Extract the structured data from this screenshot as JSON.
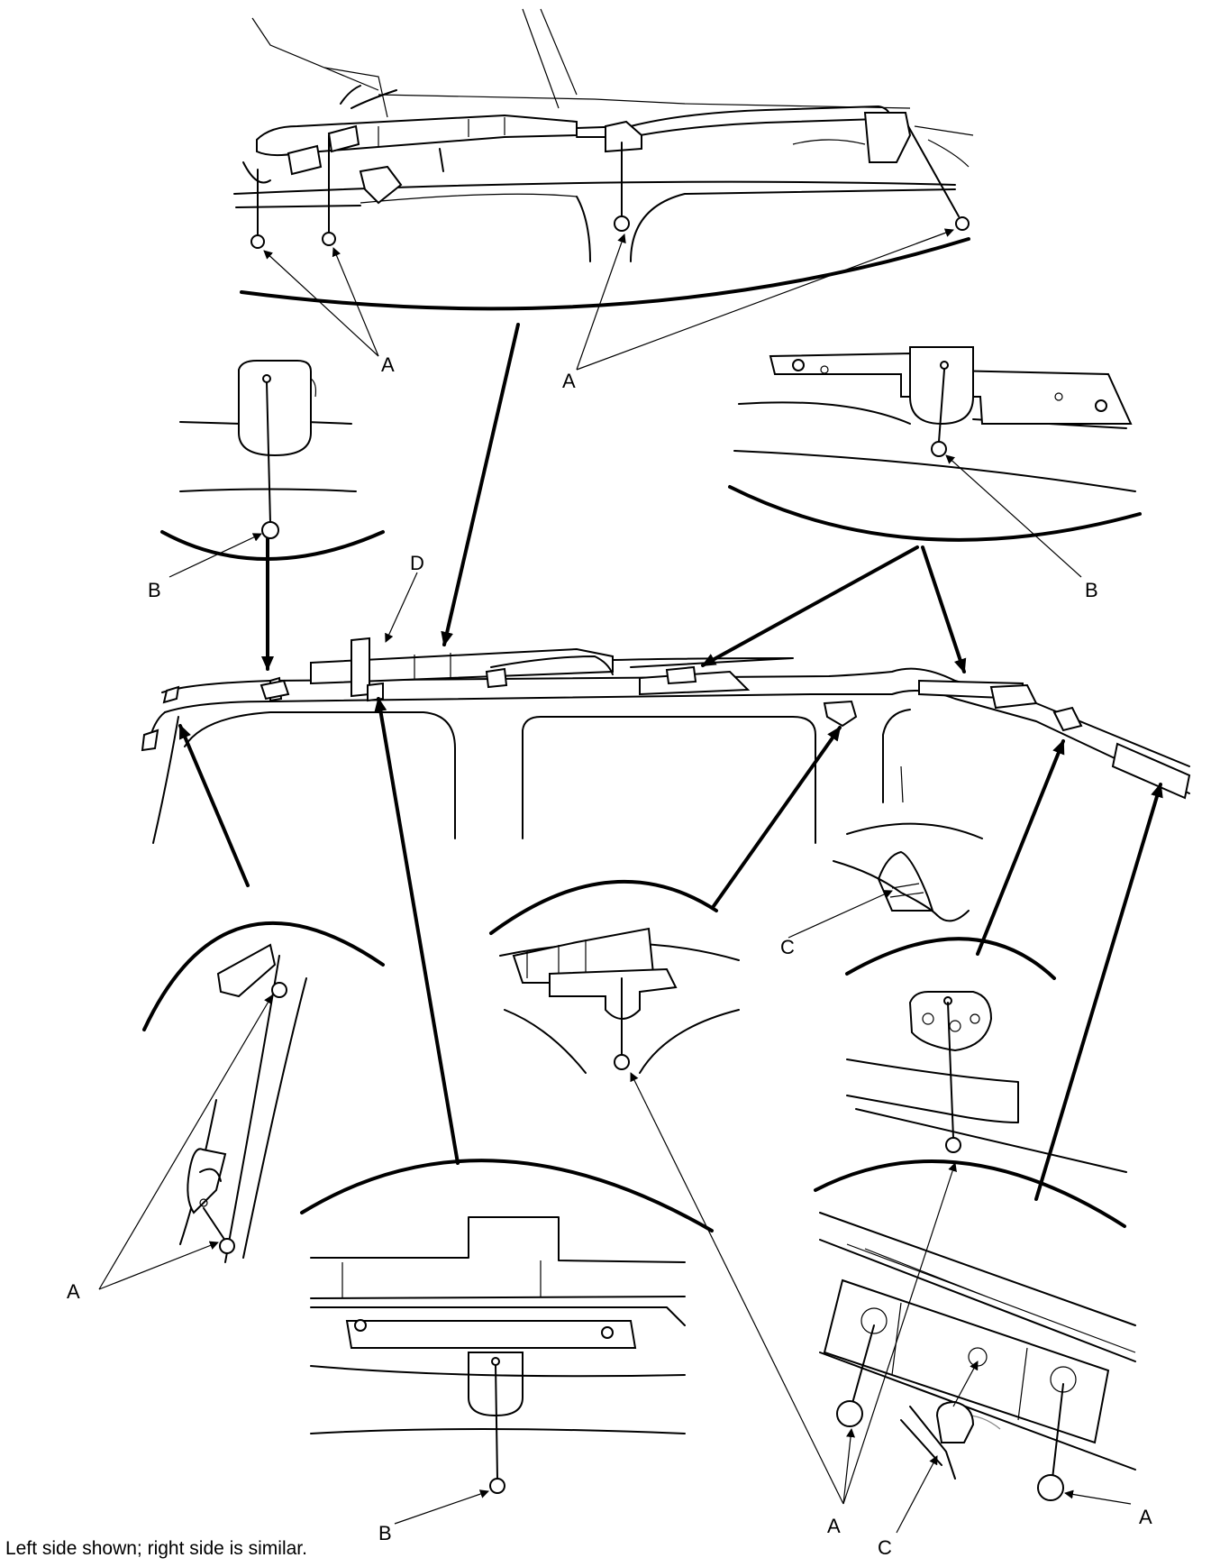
{
  "callouts": {
    "A": "A",
    "B": "B",
    "C": "C",
    "D": "D"
  },
  "caption": "Left side shown; right side is similar."
}
